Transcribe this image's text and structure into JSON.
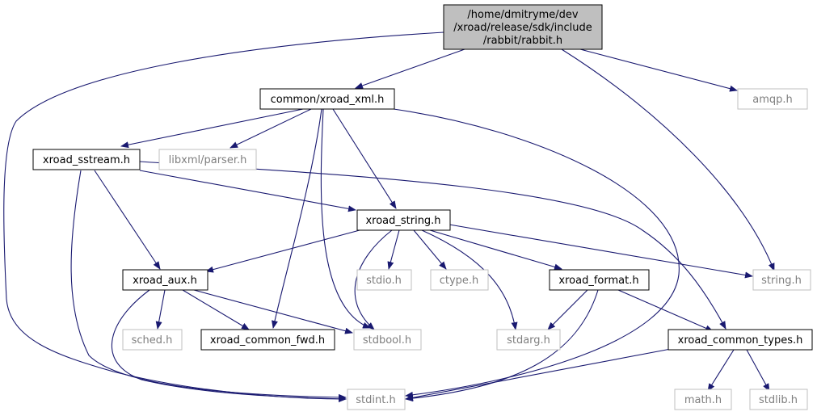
{
  "colors": {
    "edge": "#191970",
    "root_fill": "#bfbfbf",
    "border_dark": "#000000",
    "border_light": "#bfbfbf",
    "text_dark": "#000000",
    "text_light": "#7f7f7f"
  },
  "nodes": {
    "rabbit": {
      "lines": [
        "/home/dmitryme/dev",
        "/xroad/release/sdk/include",
        "/rabbit/rabbit.h"
      ]
    },
    "xroad_xml": {
      "label": "common/xroad_xml.h"
    },
    "amqp": {
      "label": "amqp.h"
    },
    "xroad_sstream": {
      "label": "xroad_sstream.h"
    },
    "libxml_parser": {
      "label": "libxml/parser.h"
    },
    "xroad_string": {
      "label": "xroad_string.h"
    },
    "xroad_aux": {
      "label": "xroad_aux.h"
    },
    "stdio": {
      "label": "stdio.h"
    },
    "ctype": {
      "label": "ctype.h"
    },
    "xroad_format": {
      "label": "xroad_format.h"
    },
    "string": {
      "label": "string.h"
    },
    "sched": {
      "label": "sched.h"
    },
    "xroad_common_fwd": {
      "label": "xroad_common_fwd.h"
    },
    "stdbool": {
      "label": "stdbool.h"
    },
    "stdarg": {
      "label": "stdarg.h"
    },
    "xroad_common_types": {
      "label": "xroad_common_types.h"
    },
    "stdint": {
      "label": "stdint.h"
    },
    "math": {
      "label": "math.h"
    },
    "stdlib": {
      "label": "stdlib.h"
    }
  }
}
